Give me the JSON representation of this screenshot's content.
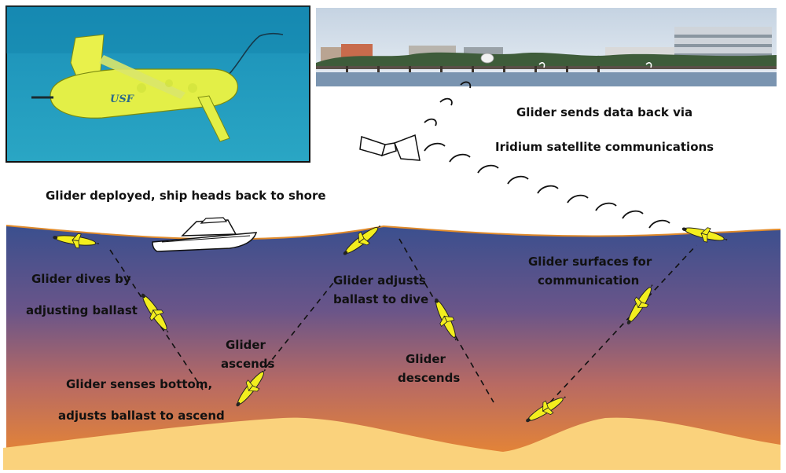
{
  "photo_glider": {
    "logo_text": "USF"
  },
  "labels": {
    "satellite_line1": "Glider sends data back via",
    "satellite_line2": "Iridium satellite communications",
    "deployed": "Glider deployed, ship heads back to shore",
    "dives_line1": "Glider dives by",
    "dives_line2": "adjusting ballast",
    "adjusts_line1": "Glider adjusts",
    "adjusts_line2": "ballast to dive",
    "surfaces_line1": "Glider surfaces for",
    "surfaces_line2": "communication",
    "ascends_line1": "Glider",
    "ascends_line2": "ascends",
    "descends_line1": "Glider",
    "descends_line2": "descends",
    "senses_line1": "Glider senses bottom,",
    "senses_line2": "adjusts ballast to ascend"
  },
  "colors": {
    "ocean_top": "#3c4f8c",
    "ocean_mid": "#8a5a80",
    "ocean_bottom": "#e8852e",
    "seabed": "#fad27c",
    "glider_body": "#f3ee1e",
    "photo_water": "#1f8fb6",
    "sky": "#d7e1ec"
  }
}
